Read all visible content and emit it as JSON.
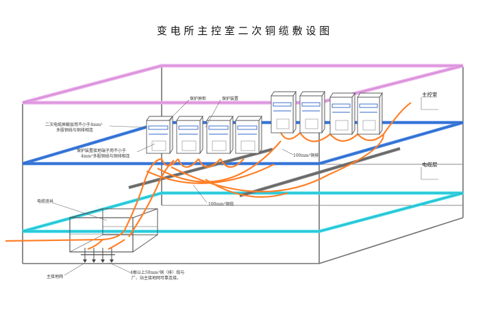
{
  "title": "变 电 所 主 控 室 二 次 铜 缆 敷 设 图",
  "labels": {
    "main_control_room": "主控室",
    "cable_layer": "电缆层",
    "protection_screen": "保护屏柜",
    "protection_device": "保护装置",
    "note_shield_line1": "二次电缆屏蔽层用不小于4mm²",
    "note_shield_line2": "多股铜线与铜排相连",
    "note_ground_line1": "保护装置接地端子用不小于",
    "note_ground_line2": "4mm²多股铜线与铜排相连",
    "busbar_upper": "100mm²铜排",
    "busbar_lower": "100mm²铜缆",
    "cable_shaft": "电缆竖井",
    "main_grid": "主接地网",
    "grid_note_line1": "4根以上50mm²铜（排）缆与",
    "grid_note_line2": "厂、站主接地网可靠连接。"
  },
  "colors": {
    "roof_frame": "#e8a6e8",
    "floor_frame": "#3f7fe0",
    "cable_layer_frame": "#35d6e6",
    "copper_cable": "#ff7f27",
    "copper_bar": "#777777"
  }
}
